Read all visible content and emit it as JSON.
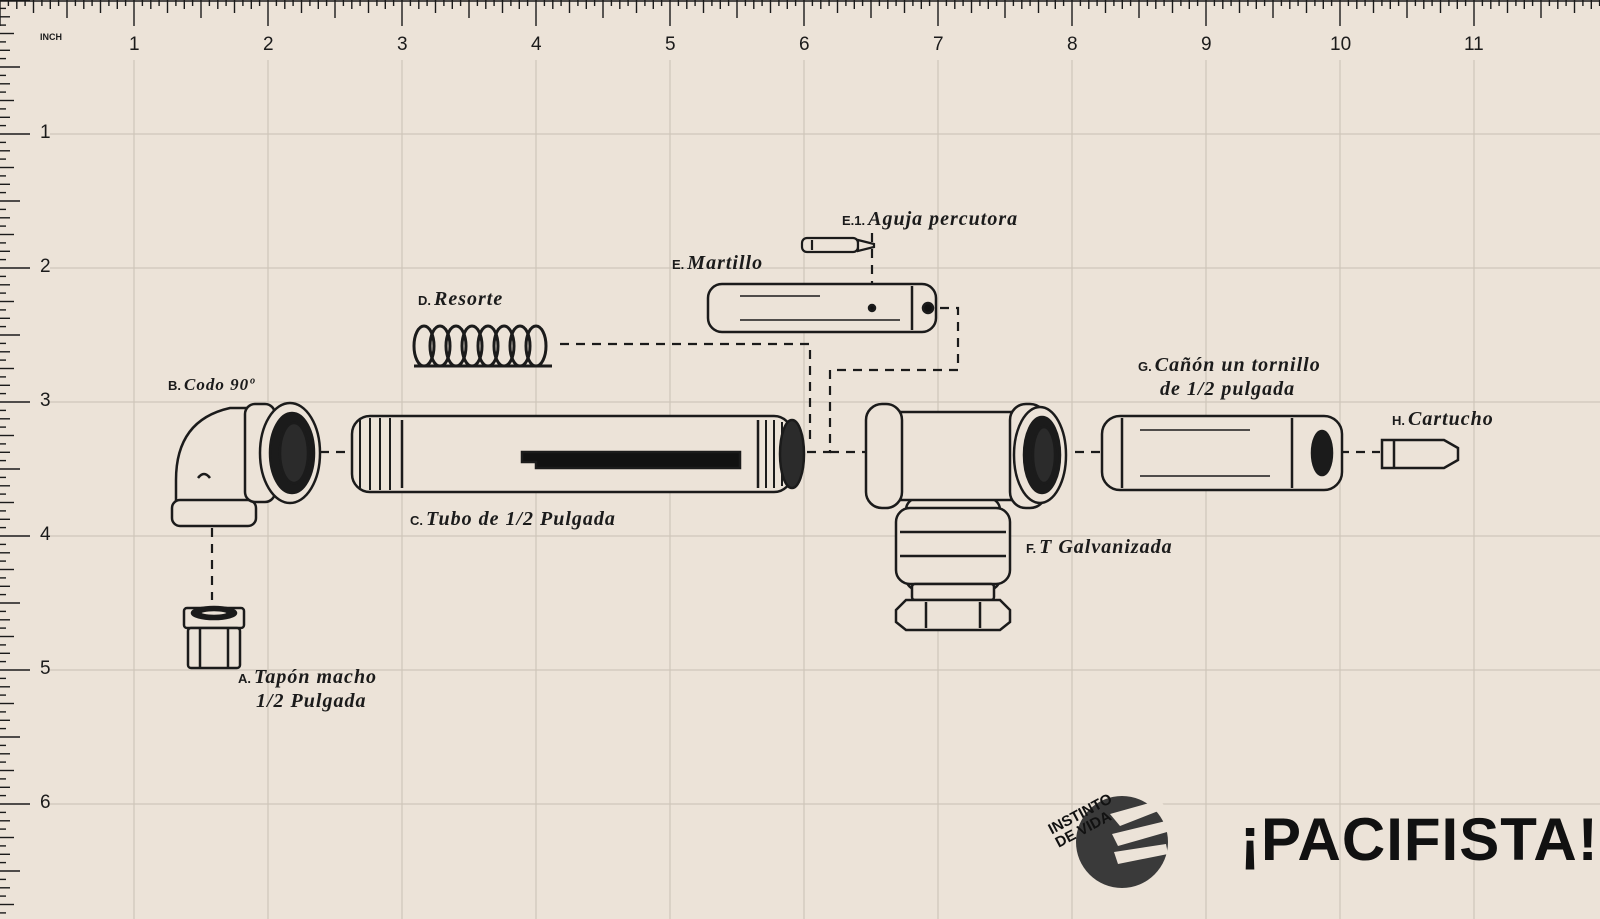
{
  "ruler": {
    "unit": "INCH",
    "top_numbers": [
      "1",
      "2",
      "3",
      "4",
      "5",
      "6",
      "7",
      "8",
      "9",
      "10",
      "11"
    ],
    "left_numbers": [
      "1",
      "2",
      "3",
      "4",
      "5",
      "6"
    ]
  },
  "parts": {
    "a": {
      "code": "A.",
      "line1": "Tapón macho",
      "line2": "1/2 Pulgada"
    },
    "b": {
      "code": "B.",
      "line1": "Codo 90º"
    },
    "c": {
      "code": "C.",
      "line1": "Tubo de 1/2 Pulgada"
    },
    "d": {
      "code": "D.",
      "line1": "Resorte"
    },
    "e": {
      "code": "E.",
      "line1": "Martillo"
    },
    "e1": {
      "code": "E.1.",
      "line1": "Aguja percutora"
    },
    "f": {
      "code": "F.",
      "line1": "T Galvanizada"
    },
    "g": {
      "code": "G.",
      "line1": "Cañón un tornillo",
      "line2": "de 1/2 pulgada"
    },
    "h": {
      "code": "H.",
      "line1": "Cartucho"
    }
  },
  "logo": {
    "line1": "INSTINTO",
    "line2": "DE VIDA"
  },
  "brand": "¡PACIFISTA!",
  "colors": {
    "paper": "#ece3d8",
    "ink": "#1b1b1b",
    "grid": "#cfc6ba"
  }
}
